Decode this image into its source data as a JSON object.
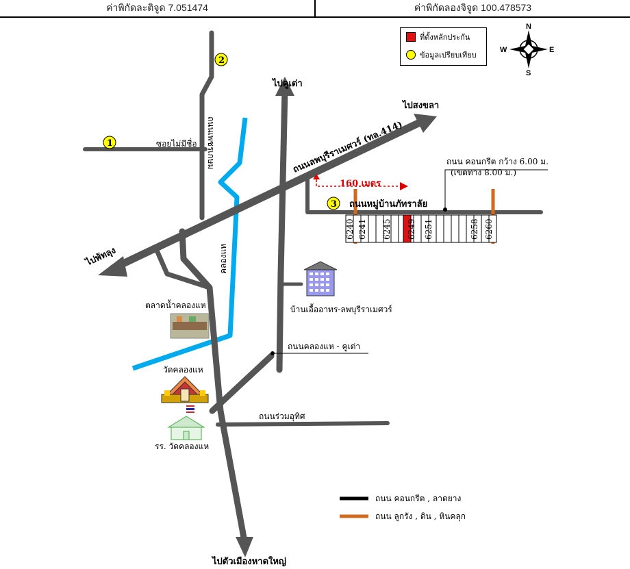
{
  "header": {
    "latitude": "ค่าพิกัดละติจูด 7.051474",
    "longitude": "ค่าพิกัดลองจิจูด 100.478573"
  },
  "legend": {
    "red_label": "ที่ตั้งหลักประกัน",
    "yellow_label": "ข้อมูลเปรียบเทียบ"
  },
  "compass": {
    "n": "N",
    "s": "S",
    "e": "E",
    "w": "W"
  },
  "markers": [
    "1",
    "2",
    "3"
  ],
  "labels": {
    "to_songkhla": "ไปสงขลา",
    "to_koodtao": "ไปคูเต่า",
    "to_phatthalung": "ไปพัทลุง",
    "to_hatyai": "ไปตัวเมืองหาดใหญ่",
    "main_road": "ถนนลพบุรีราเมศวร์ (ทล.414)",
    "soi_noname": "ซอยไม่มีชื่อ",
    "road_vertical_left": "ถนนเพชรเกษม",
    "canal": "คลองแห",
    "distance": "160 เมตร",
    "village_road": "ถนนหมู่บ้านภัทราลัย",
    "concrete_road_note_1": "ถนน คอนกรีต กว้าง 6.00 ม.",
    "concrete_road_note_2": "(เขตทาง 8.00 ม.)",
    "apartment": "บ้านเอื้ออาทร-ลพบุรีราเมศวร์",
    "floating_market": "ตลาดน้ำคลองแห",
    "khlong_hae_kuu_tao": "ถนนคลองแห - คูเต่า",
    "temple": "วัดคลองแห",
    "ruam_uthit": "ถนนร่วมอุทิศ",
    "school": "รร. วัดคลองแห",
    "legend_concrete": "ถนน คอนกรีต , ลาดยาง",
    "legend_laterite": "ถนน ลูกรัง , ดิน , หินคลุก"
  },
  "plots": [
    "6240",
    "6241",
    "6245",
    "6249",
    "6251",
    "6258",
    "6260"
  ],
  "colors": {
    "road": "#555555",
    "canal": "#00aaee",
    "laterite": "#d2691e",
    "subject": "#dd1111",
    "marker": "#ffff00",
    "distance": "#dd0000"
  }
}
